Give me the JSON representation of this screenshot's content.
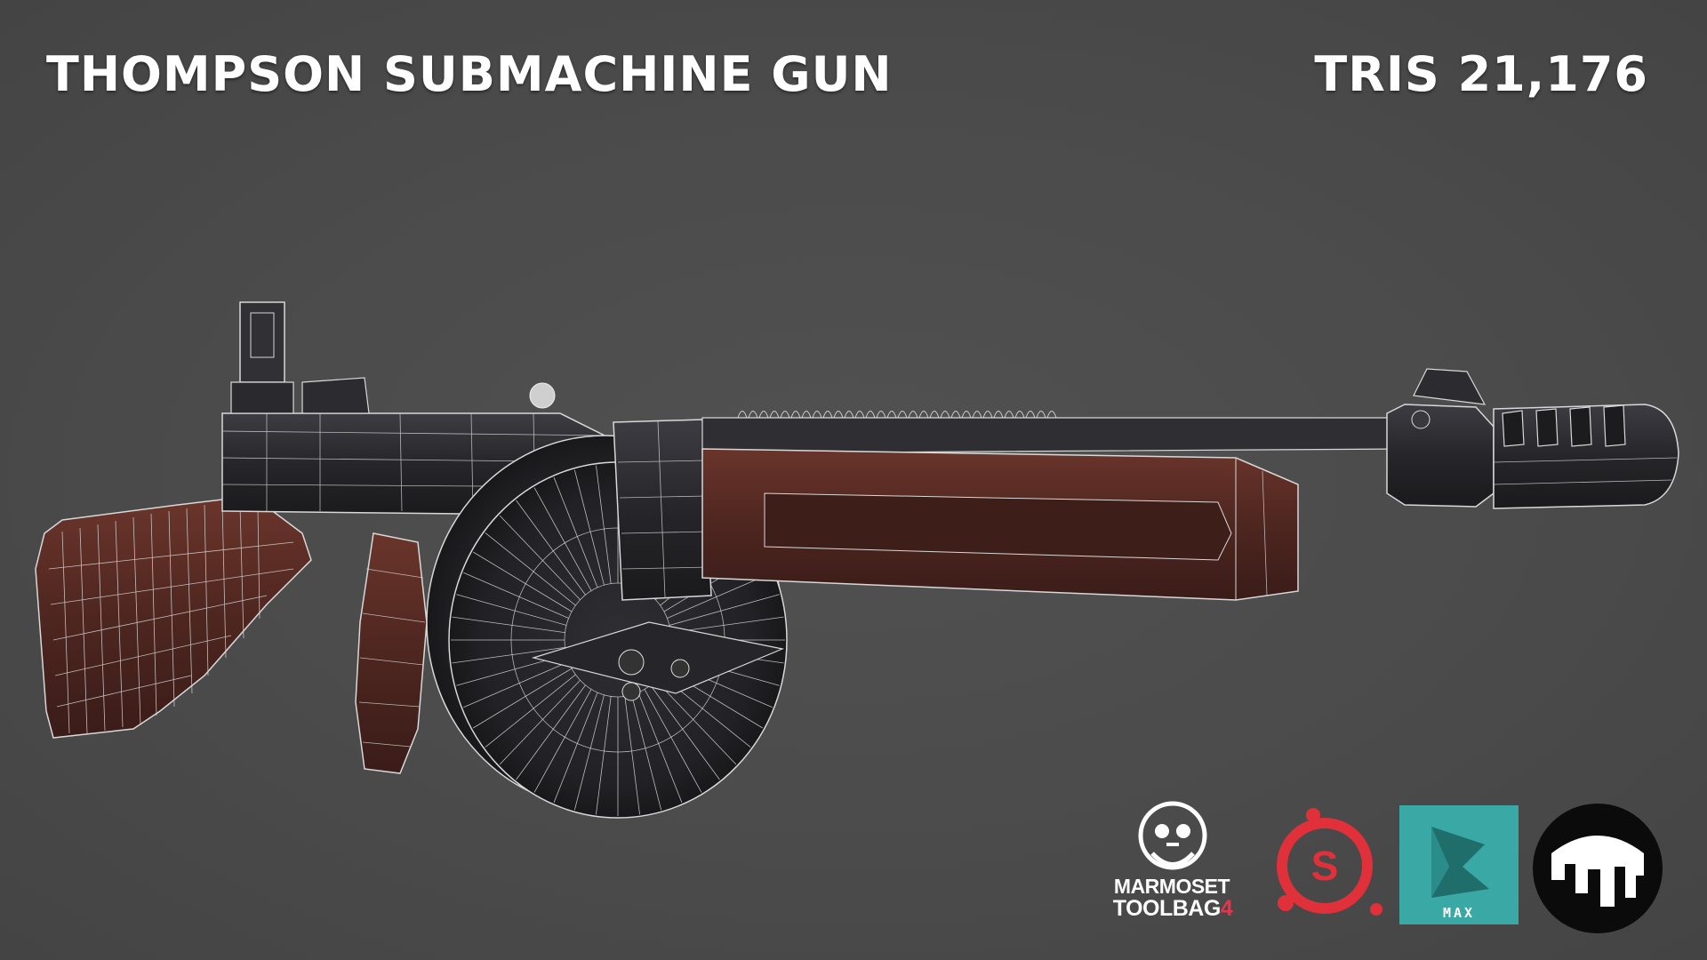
{
  "header": {
    "title": "THOMPSON SUBMACHINE GUN",
    "tris": "TRIS 21,176"
  },
  "logos": {
    "marmoset": {
      "icon": "marmoset-toolbag-logo",
      "line1": "MARMOSET",
      "line2": "TOOLBAG",
      "version": "4"
    },
    "substance": {
      "icon": "substance-painter-logo",
      "letter": "S"
    },
    "max": {
      "icon": "3ds-max-logo",
      "label": "MAX"
    },
    "third": {
      "icon": "drip-logo"
    }
  },
  "colors": {
    "background": "#4a4a4a",
    "metal": "#2a2a2e",
    "wood": "#5a2c24",
    "wireframe": "#d8d8d8",
    "max_teal": "#3aa8a4",
    "substance_red": "#e0303a"
  }
}
